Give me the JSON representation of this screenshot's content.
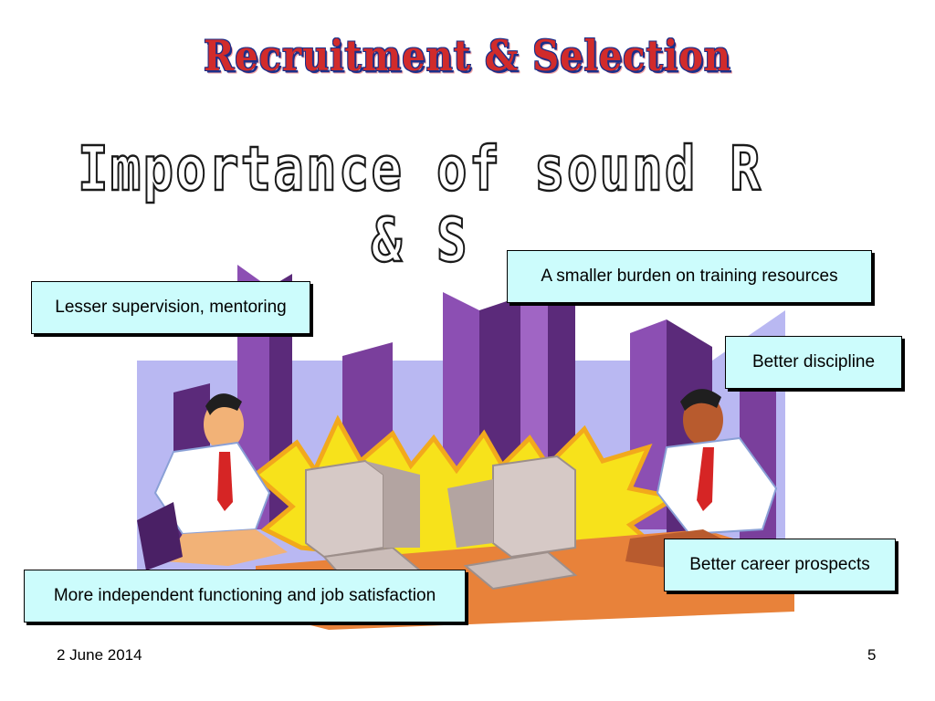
{
  "slide": {
    "title": "Recruitment & Selection",
    "subtitle": "Importance of sound R & S",
    "callouts": [
      "A smaller burden on training resources",
      "Lesser supervision, mentoring",
      "Better discipline",
      "Better career prospects",
      "More independent functioning and job satisfaction"
    ],
    "footer_date": "2 June 2014",
    "page_number": "5"
  },
  "colors": {
    "title_red": "#d12b2b",
    "title_outline": "#1b2f8a",
    "callout_fill": "#ccfcfc",
    "building_purple": "#7a3f9c",
    "sky_lavender": "#b9b8f2"
  },
  "art": {
    "icon": "business-people-computers-clipart"
  }
}
